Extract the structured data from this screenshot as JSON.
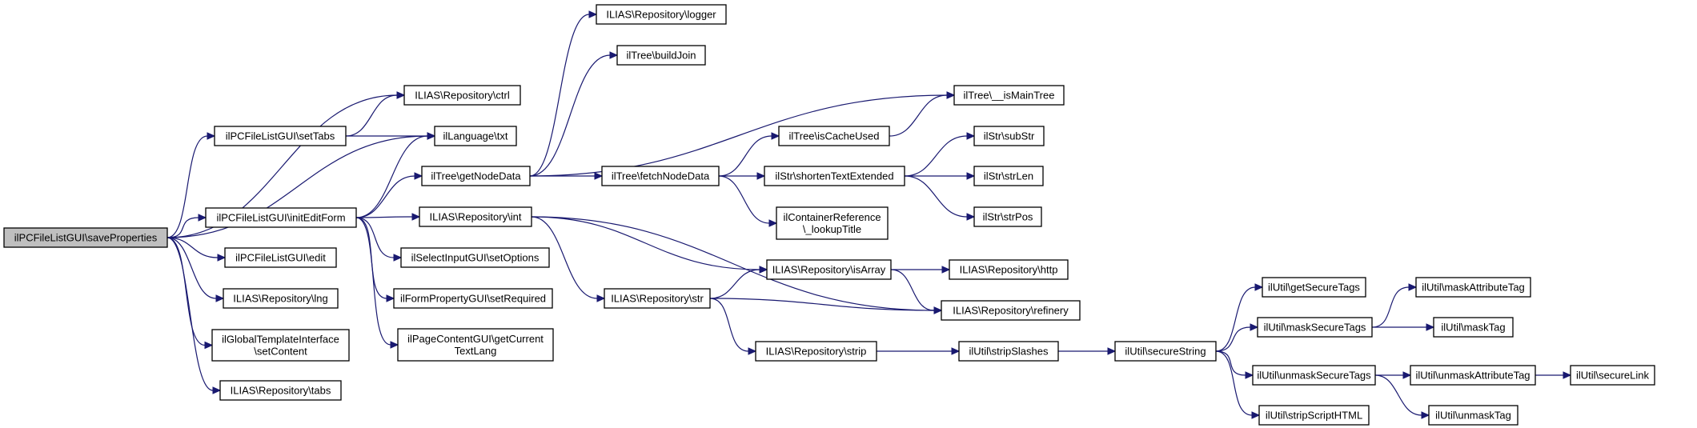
{
  "diagram": {
    "type": "call-graph",
    "edge_color": "#191970",
    "node_border_color": "#000000",
    "root_fill": "#bfbfbf",
    "node_fill": "#ffffff",
    "nodes": [
      {
        "id": "saveProperties",
        "lines": [
          "ilPCFileListGUI\\saveProperties"
        ],
        "root": true
      },
      {
        "id": "ctrl",
        "lines": [
          "ILIAS\\Repository\\ctrl"
        ]
      },
      {
        "id": "setTabs",
        "lines": [
          "ilPCFileListGUI\\setTabs"
        ]
      },
      {
        "id": "txt",
        "lines": [
          "ilLanguage\\txt"
        ]
      },
      {
        "id": "initEditForm",
        "lines": [
          "ilPCFileListGUI\\initEditForm"
        ]
      },
      {
        "id": "edit",
        "lines": [
          "ilPCFileListGUI\\edit"
        ]
      },
      {
        "id": "lng",
        "lines": [
          "ILIAS\\Repository\\lng"
        ]
      },
      {
        "id": "setContent",
        "lines": [
          "ilGlobalTemplateInterface",
          "\\setContent"
        ]
      },
      {
        "id": "tabs",
        "lines": [
          "ILIAS\\Repository\\tabs"
        ]
      },
      {
        "id": "logger",
        "lines": [
          "ILIAS\\Repository\\logger"
        ]
      },
      {
        "id": "buildJoin",
        "lines": [
          "ilTree\\buildJoin"
        ]
      },
      {
        "id": "getNodeData",
        "lines": [
          "ilTree\\getNodeData"
        ]
      },
      {
        "id": "int",
        "lines": [
          "ILIAS\\Repository\\int"
        ]
      },
      {
        "id": "setOptions",
        "lines": [
          "ilSelectInputGUI\\setOptions"
        ]
      },
      {
        "id": "setRequired",
        "lines": [
          "ilFormPropertyGUI\\setRequired"
        ]
      },
      {
        "id": "getCurrentTextLang",
        "lines": [
          "ilPageContentGUI\\getCurrent",
          "TextLang"
        ]
      },
      {
        "id": "fetchNodeData",
        "lines": [
          "ilTree\\fetchNodeData"
        ]
      },
      {
        "id": "str",
        "lines": [
          "ILIAS\\Repository\\str"
        ]
      },
      {
        "id": "isCacheUsed",
        "lines": [
          "ilTree\\isCacheUsed"
        ]
      },
      {
        "id": "shortenTextExtended",
        "lines": [
          "ilStr\\shortenTextExtended"
        ]
      },
      {
        "id": "lookupTitle",
        "lines": [
          "ilContainerReference",
          "\\_lookupTitle"
        ]
      },
      {
        "id": "isArray",
        "lines": [
          "ILIAS\\Repository\\isArray"
        ]
      },
      {
        "id": "strip",
        "lines": [
          "ILIAS\\Repository\\strip"
        ]
      },
      {
        "id": "isMainTree",
        "lines": [
          "ilTree\\__isMainTree"
        ]
      },
      {
        "id": "subStr",
        "lines": [
          "ilStr\\subStr"
        ]
      },
      {
        "id": "strLen",
        "lines": [
          "ilStr\\strLen"
        ]
      },
      {
        "id": "strPos",
        "lines": [
          "ilStr\\strPos"
        ]
      },
      {
        "id": "http",
        "lines": [
          "ILIAS\\Repository\\http"
        ]
      },
      {
        "id": "refinery",
        "lines": [
          "ILIAS\\Repository\\refinery"
        ]
      },
      {
        "id": "stripSlashes",
        "lines": [
          "ilUtil\\stripSlashes"
        ]
      },
      {
        "id": "secureString",
        "lines": [
          "ilUtil\\secureString"
        ]
      },
      {
        "id": "getSecureTags",
        "lines": [
          "ilUtil\\getSecureTags"
        ]
      },
      {
        "id": "maskSecureTags",
        "lines": [
          "ilUtil\\maskSecureTags"
        ]
      },
      {
        "id": "unmaskSecureTags",
        "lines": [
          "ilUtil\\unmaskSecureTags"
        ]
      },
      {
        "id": "stripScriptHTML",
        "lines": [
          "ilUtil\\stripScriptHTML"
        ]
      },
      {
        "id": "maskAttributeTag",
        "lines": [
          "ilUtil\\maskAttributeTag"
        ]
      },
      {
        "id": "maskTag",
        "lines": [
          "ilUtil\\maskTag"
        ]
      },
      {
        "id": "unmaskAttributeTag",
        "lines": [
          "ilUtil\\unmaskAttributeTag"
        ]
      },
      {
        "id": "unmaskTag",
        "lines": [
          "ilUtil\\unmaskTag"
        ]
      },
      {
        "id": "secureLink",
        "lines": [
          "ilUtil\\secureLink"
        ]
      }
    ],
    "edges": [
      [
        "saveProperties",
        "ctrl"
      ],
      [
        "saveProperties",
        "setTabs"
      ],
      [
        "saveProperties",
        "txt"
      ],
      [
        "saveProperties",
        "initEditForm"
      ],
      [
        "saveProperties",
        "edit"
      ],
      [
        "saveProperties",
        "lng"
      ],
      [
        "saveProperties",
        "setContent"
      ],
      [
        "saveProperties",
        "tabs"
      ],
      [
        "setTabs",
        "ctrl"
      ],
      [
        "setTabs",
        "txt"
      ],
      [
        "initEditForm",
        "txt"
      ],
      [
        "initEditForm",
        "getNodeData"
      ],
      [
        "initEditForm",
        "int"
      ],
      [
        "initEditForm",
        "setOptions"
      ],
      [
        "initEditForm",
        "setRequired"
      ],
      [
        "initEditForm",
        "getCurrentTextLang"
      ],
      [
        "getNodeData",
        "logger"
      ],
      [
        "getNodeData",
        "buildJoin"
      ],
      [
        "getNodeData",
        "isMainTree"
      ],
      [
        "getNodeData",
        "fetchNodeData"
      ],
      [
        "fetchNodeData",
        "isCacheUsed"
      ],
      [
        "fetchNodeData",
        "shortenTextExtended"
      ],
      [
        "fetchNodeData",
        "lookupTitle"
      ],
      [
        "isCacheUsed",
        "isMainTree"
      ],
      [
        "shortenTextExtended",
        "subStr"
      ],
      [
        "shortenTextExtended",
        "strLen"
      ],
      [
        "shortenTextExtended",
        "strPos"
      ],
      [
        "int",
        "isArray"
      ],
      [
        "int",
        "str"
      ],
      [
        "int",
        "refinery"
      ],
      [
        "str",
        "isArray"
      ],
      [
        "str",
        "refinery"
      ],
      [
        "str",
        "strip"
      ],
      [
        "isArray",
        "http"
      ],
      [
        "isArray",
        "refinery"
      ],
      [
        "strip",
        "stripSlashes"
      ],
      [
        "stripSlashes",
        "secureString"
      ],
      [
        "secureString",
        "getSecureTags"
      ],
      [
        "secureString",
        "maskSecureTags"
      ],
      [
        "secureString",
        "unmaskSecureTags"
      ],
      [
        "secureString",
        "stripScriptHTML"
      ],
      [
        "maskSecureTags",
        "maskAttributeTag"
      ],
      [
        "maskSecureTags",
        "maskTag"
      ],
      [
        "unmaskSecureTags",
        "unmaskAttributeTag"
      ],
      [
        "unmaskSecureTags",
        "unmaskTag"
      ],
      [
        "unmaskAttributeTag",
        "secureLink"
      ]
    ]
  }
}
